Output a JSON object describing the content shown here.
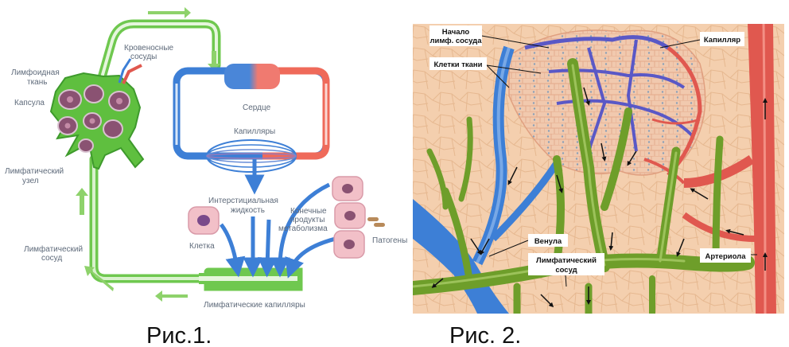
{
  "figure1": {
    "labels": {
      "krovenosnye": "Кровеносные",
      "sosudy": "сосуды",
      "limfoidnaya": "Лимфоидная",
      "tkan": "ткань",
      "kapsula": "Капсула",
      "limfaticheskiy": "Лимфатический",
      "uzel": "узел",
      "serdtse": "Сердце",
      "kapillyary": "Капилляры",
      "intersticialnaya": "Интерстициальная",
      "zhidkost": "жидкость",
      "konechnye": "Конечные",
      "produkty": "продукты",
      "metabolizma": "метаболизма",
      "kletka": "Клетка",
      "patogeny": "Патогены",
      "limf_sosud_1": "Лимфатический",
      "limf_sosud_2": "сосуд",
      "limf_kapillyary": "Лимфатические капилляры"
    },
    "caption": "Рис.1."
  },
  "figure2": {
    "labels": {
      "nachalo": "Начало",
      "limf_sosuda": "лимф. сосуда",
      "kletki_tkani": "Клетки ткани",
      "kapillyar": "Капилляр",
      "venula": "Венула",
      "limf_sosud_1": "Лимфатический",
      "limf_sosud_2": "сосуд",
      "arteriola": "Артериола"
    },
    "caption": "Рис. 2."
  },
  "colors": {
    "lymph_green": "#6fc84f",
    "vein_blue": "#3d7fd6",
    "artery_red": "#ef6a5a",
    "node_purple": "#7a4a6a",
    "cell_pink": "#f2c0c8",
    "tissue_bg": "#f4cfae"
  }
}
